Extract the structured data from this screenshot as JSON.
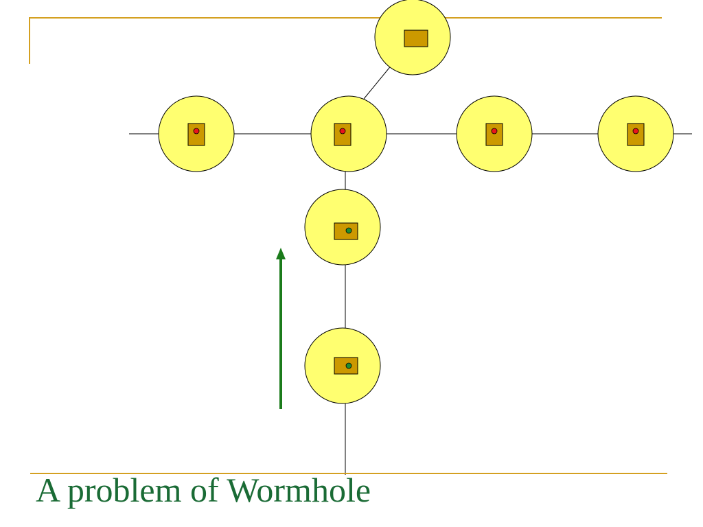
{
  "slide": {
    "title": "A problem of Wormhole"
  },
  "colors": {
    "accent_rule": "#D4A021",
    "title": "#1A6B35",
    "node_fill": "#FFFF70",
    "buffer_fill": "#CC9900",
    "blocked_flit": "#E8141B",
    "moving_flit": "#1E8C32",
    "arrow": "#1B7B1B",
    "link": "#000000"
  },
  "diagram": {
    "nodes": [
      {
        "id": "top",
        "flit": "none"
      },
      {
        "id": "row-1",
        "flit": "blocked"
      },
      {
        "id": "row-2-junction",
        "flit": "blocked"
      },
      {
        "id": "row-3",
        "flit": "blocked"
      },
      {
        "id": "row-4",
        "flit": "blocked"
      },
      {
        "id": "column-upper",
        "flit": "moving"
      },
      {
        "id": "column-lower",
        "flit": "moving"
      }
    ],
    "arrow_direction": "up"
  }
}
